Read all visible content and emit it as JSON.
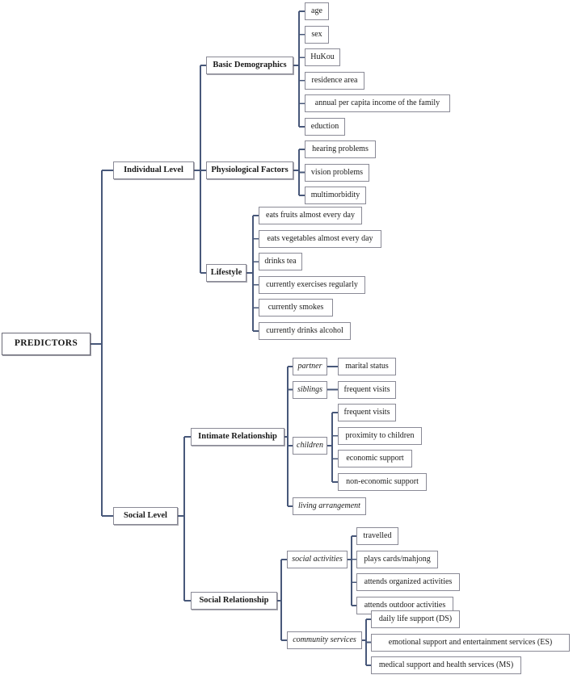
{
  "diagram": {
    "title": "PREDICTORS",
    "type": "hierarchical-tree",
    "line_color": "#48587a",
    "box_border_color": "#8a8a96",
    "background": "#ffffff"
  },
  "root": {
    "label": "PREDICTORS"
  },
  "levels": {
    "individual": {
      "label": "Individual Level",
      "groups": {
        "basic_demographics": {
          "label": "Basic Demographics",
          "items": [
            "age",
            "sex",
            "HuKou",
            "residence area",
            "annual per capita income of the family",
            "eduction"
          ]
        },
        "physiological_factors": {
          "label": "Physiological Factors",
          "items": [
            "hearing problems",
            "vision problems",
            "multimorbidity"
          ]
        },
        "lifestyle": {
          "label": "Lifestyle",
          "items": [
            "eats fruits almost every day",
            "eats vegetables almost every day",
            "drinks tea",
            "currently exercises regularly",
            "currently smokes",
            "currently drinks alcohol"
          ]
        }
      }
    },
    "social": {
      "label": "Social Level",
      "groups": {
        "intimate_relationship": {
          "label": "Intimate Relationship",
          "subgroups": {
            "partner": {
              "label": "partner",
              "items": [
                "marital status"
              ]
            },
            "siblings": {
              "label": "siblings",
              "items": [
                "frequent visits"
              ]
            },
            "children": {
              "label": "children",
              "items": [
                "frequent visits",
                "proximity to children",
                "economic support",
                "non-economic support"
              ]
            },
            "living_arrangement": {
              "label": "living arrangement",
              "items": []
            }
          }
        },
        "social_relationship": {
          "label": "Social Relationship",
          "subgroups": {
            "social_activities": {
              "label": "social activities",
              "items": [
                "travelled",
                "plays cards/mahjong",
                "attends organized activities",
                "attends outdoor activities"
              ]
            },
            "community_services": {
              "label": "community services",
              "items": [
                "daily life support (DS)",
                "emotional support and entertainment services (ES)",
                "medical support and health services (MS)"
              ]
            }
          }
        }
      }
    }
  }
}
